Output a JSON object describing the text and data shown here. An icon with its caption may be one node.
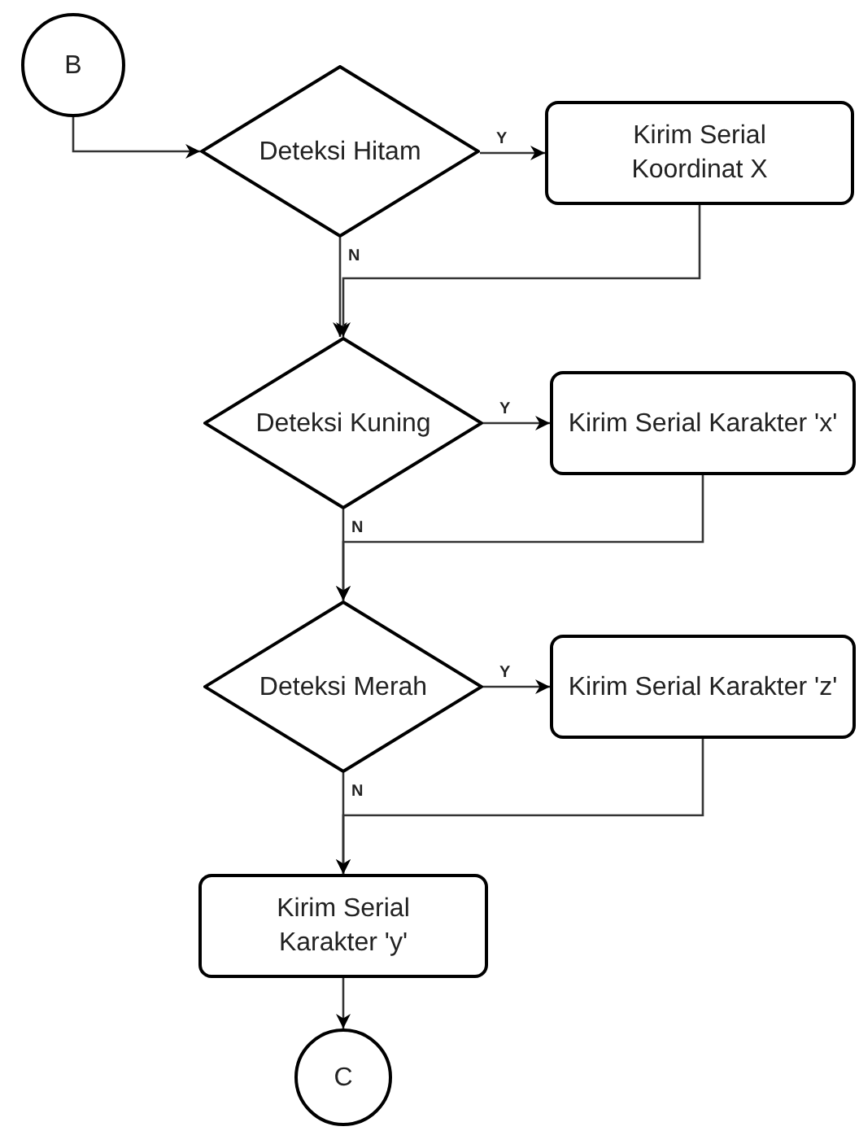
{
  "diagram": {
    "nodes": [
      {
        "text": [
          "B"
        ]
      },
      {
        "text": [
          "Deteksi Hitam"
        ]
      },
      {
        "text": [
          "Kirim Serial Koordinat X"
        ]
      },
      {
        "text": [
          "Deteksi Kuning"
        ]
      },
      {
        "text": [
          "Kirim Serial Karakter 'x'"
        ]
      },
      {
        "text": [
          "Deteksi Merah"
        ]
      },
      {
        "text": [
          "Kirim Serial Karakter 'z'"
        ]
      },
      {
        "text": [
          "Kirim Serial Karakter 'y'"
        ]
      },
      {
        "text": [
          "C"
        ]
      }
    ],
    "edges": [
      {
        "from": 0,
        "to": 1,
        "arrow": "to"
      },
      {
        "from": 1,
        "to": 2,
        "arrow": "to",
        "label": "Y"
      },
      {
        "from": 1,
        "to": 3,
        "arrow": "to",
        "label": "N"
      },
      {
        "from": 2,
        "to": 3,
        "arrow": "to"
      },
      {
        "from": 3,
        "to": 4,
        "arrow": "to",
        "label": "Y"
      },
      {
        "from": 3,
        "to": 5,
        "arrow": "to",
        "label": "N"
      },
      {
        "from": 4,
        "to": 5,
        "arrow": "to"
      },
      {
        "from": 5,
        "to": 6,
        "arrow": "to",
        "label": "Y"
      },
      {
        "from": 5,
        "to": 7,
        "arrow": "to",
        "label": "N"
      },
      {
        "from": 6,
        "to": 7,
        "arrow": "to"
      },
      {
        "from": 7,
        "to": 8,
        "arrow": "to"
      }
    ]
  }
}
